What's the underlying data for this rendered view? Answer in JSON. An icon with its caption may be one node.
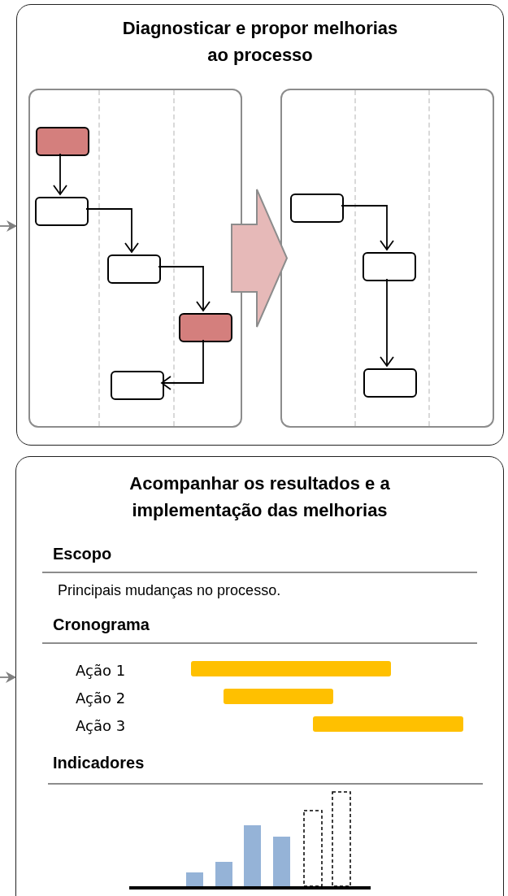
{
  "diagram": {
    "nodes": [
      {
        "text": [
          "Diagnosticar e propor melhorias ao processo"
        ]
      },
      {
        "text": [],
        "shape": "box",
        "in": 0
      },
      {
        "text": [],
        "shape": "box",
        "in": 1
      },
      {
        "text": [],
        "shape": "box",
        "in": 1
      },
      {
        "text": [],
        "shape": "box",
        "in": 1
      },
      {
        "text": [],
        "shape": "box",
        "in": 1
      },
      {
        "text": [],
        "shape": "box",
        "in": 1
      },
      {
        "text": [],
        "shape": "box",
        "in": 0
      },
      {
        "text": [],
        "shape": "box",
        "in": 7
      },
      {
        "text": [],
        "shape": "box",
        "in": 7
      },
      {
        "text": [],
        "shape": "box",
        "in": 7
      },
      {
        "text": [
          "Acompanhar os resultados e a implementação das melhorias"
        ]
      }
    ],
    "edges": [
      {
        "from": 2,
        "to": 3,
        "arrow": "to"
      },
      {
        "from": 3,
        "to": 4,
        "arrow": "to"
      },
      {
        "from": 4,
        "to": 5,
        "arrow": "to"
      },
      {
        "from": 5,
        "to": 6,
        "arrow": "to"
      },
      {
        "from": 8,
        "to": 9,
        "arrow": "to"
      },
      {
        "from": 9,
        "to": 10,
        "arrow": "to"
      },
      {
        "from": 1,
        "to": 7,
        "arrow": "to",
        "style": "thick",
        "color": "#e6b9b8"
      },
      {
        "from": null,
        "to": 0,
        "arrow": "to",
        "color": "#808080"
      },
      {
        "from": null,
        "to": 11,
        "arrow": "to",
        "color": "#808080"
      }
    ],
    "labels": [
      "Escopo",
      "Principais mudanças no processo.",
      "Cronograma",
      "Ação 1",
      "Ação 2",
      "Ação 3",
      "Indicadores"
    ]
  }
}
